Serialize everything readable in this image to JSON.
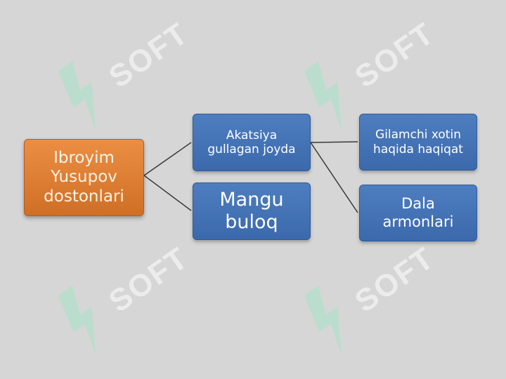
{
  "diagram": {
    "root": {
      "label": "Ibroyim\nYusupov\ndostonlari"
    },
    "level1": [
      {
        "label": "Akatsiya\ngullagan joyda"
      },
      {
        "label": "Mangu\nbuloq"
      }
    ],
    "level2": [
      {
        "label": "Gilamchi xotin\nhaqida haqiqat"
      },
      {
        "label": "Dala\narmonlari"
      }
    ],
    "connections": [
      [
        "root",
        "level1.0"
      ],
      [
        "root",
        "level1.1"
      ],
      [
        "level1.0",
        "level2.0"
      ],
      [
        "level1.0",
        "level2.1"
      ]
    ],
    "colors": {
      "root": "#d9752b",
      "node": "#4674b8",
      "background": "#d6d6d6"
    }
  },
  "watermark": {
    "text": "SOFT"
  }
}
